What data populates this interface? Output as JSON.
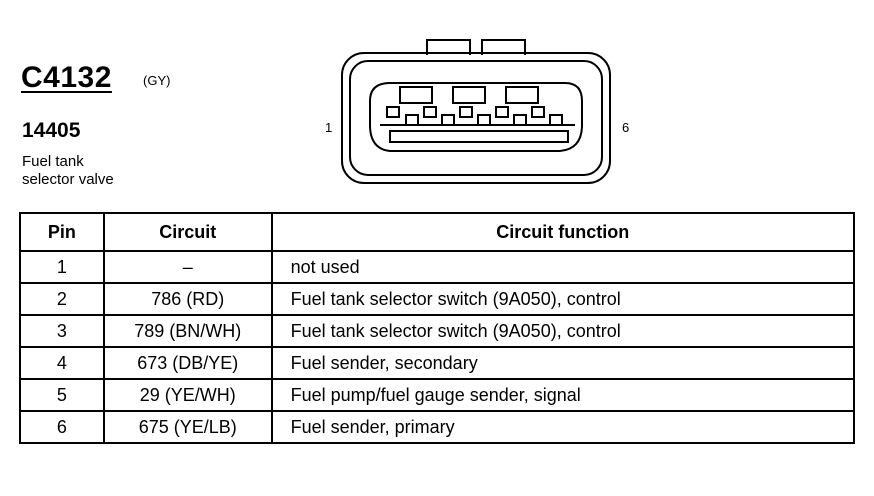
{
  "connector": {
    "id": "C4132",
    "color": "(GY)",
    "component_number": "14405",
    "description_line1": "Fuel tank",
    "description_line2": "selector valve",
    "pin_left_label": "1",
    "pin_right_label": "6"
  },
  "table": {
    "headers": [
      "Pin",
      "Circuit",
      "Circuit function"
    ],
    "rows": [
      {
        "pin": "1",
        "circuit": "–",
        "function": "not used"
      },
      {
        "pin": "2",
        "circuit": "786 (RD)",
        "function": "Fuel tank selector switch (9A050), control"
      },
      {
        "pin": "3",
        "circuit": "789 (BN/WH)",
        "function": "Fuel tank selector switch (9A050), control"
      },
      {
        "pin": "4",
        "circuit": "673 (DB/YE)",
        "function": "Fuel sender, secondary"
      },
      {
        "pin": "5",
        "circuit": "29 (YE/WH)",
        "function": "Fuel pump/fuel gauge sender, signal"
      },
      {
        "pin": "6",
        "circuit": "675 (YE/LB)",
        "function": "Fuel sender, primary"
      }
    ]
  }
}
